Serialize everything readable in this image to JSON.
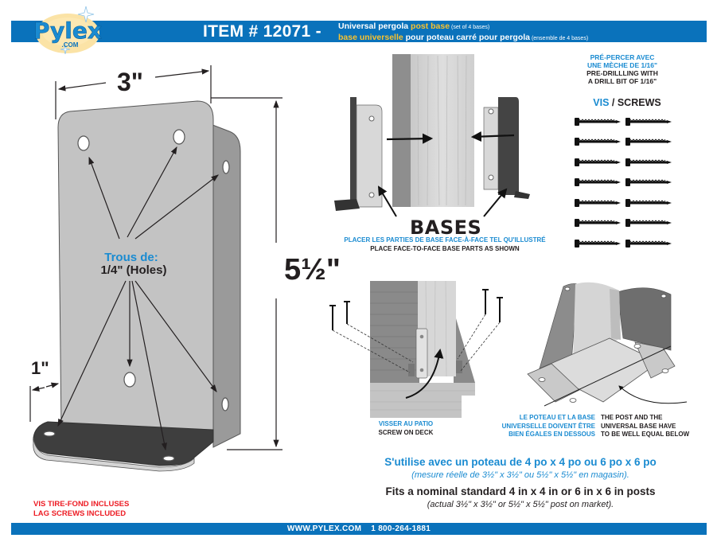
{
  "header": {
    "brand": "Pylex",
    "brand_suffix": ".COM",
    "item_title": "ITEM # 12071 -",
    "subtitle_en_prefix": "Universal pergola ",
    "subtitle_en_highlight": "post base",
    "subtitle_en_note": " (set of 4 bases)",
    "subtitle_fr_highlight": "base universelle",
    "subtitle_fr_rest": " pour poteau carré pour pergola",
    "subtitle_fr_note": " (ensemble de 4 bases)"
  },
  "diagram_main": {
    "width_label": "3\"",
    "height_label": "5½\"",
    "flange_label": "1\"",
    "holes_fr": "Trous de:",
    "holes_en": "1/4\" (Holes)"
  },
  "predrill": {
    "fr_line1": "PRÉ-PERCER AVEC",
    "fr_line2": "UNE MÈCHE DE 1/16\"",
    "en_line1": "PRE-DRILLLING WITH",
    "en_line2": "A DRILL BIT OF 1/16\""
  },
  "screws": {
    "title_fr": "VIS",
    "separator": " / ",
    "title_en": "SCREWS",
    "rows": 7,
    "cols": 2
  },
  "bases": {
    "label": "BASES",
    "caption_fr": "PLACER LES PARTIES DE BASE FACE-À-FACE TEL QU'ILLUSTRÉ",
    "caption_en": "PLACE FACE-TO-FACE BASE PARTS AS SHOWN"
  },
  "deck": {
    "caption_fr": "VISSER AU PATIO",
    "caption_en": "SCREW ON DECK"
  },
  "equal": {
    "fr_lines": [
      "LE POTEAU ET LA BASE",
      "UNIVERSELLE DOIVENT ÊTRE",
      "BIEN ÉGALES EN DESSOUS"
    ],
    "en_lines": [
      "THE POST AND THE",
      "UNIVERSAL BASE HAVE",
      "TO BE WELL EQUAL BELOW"
    ]
  },
  "fit": {
    "fr": "S'utilise avec un poteau de 4 po x 4 po ou 6 po x 6 po",
    "fr_sub": "(mesure réelle de 3½\" x 3½\" ou 5½\" x 5½\" en magasin).",
    "en": "Fits a nominal standard 4 in x 4 in or 6 in x 6 in posts",
    "en_sub": "(actual 3½\" x 3½\" or 5½\" x 5½\" post on market)."
  },
  "lag": {
    "fr": "VIS TIRE-FOND INCLUSES",
    "en": "LAG SCREWS INCLUDED"
  },
  "footer": {
    "website": "WWW.PYLEX.COM",
    "phone": "1 800-264-1881"
  },
  "colors": {
    "brand_blue": "#0a72bb",
    "text_blue": "#1a8bd1",
    "highlight_yellow": "#f9c22e",
    "warning_red": "#ed1c24",
    "metal_light": "#c8c8c8",
    "metal_dark": "#3c3c3c"
  }
}
